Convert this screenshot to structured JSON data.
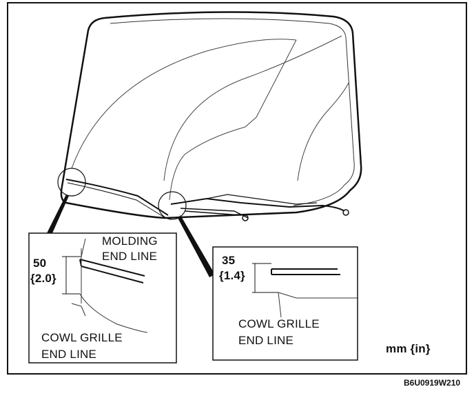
{
  "left_callout": {
    "dimension_value": "50",
    "dimension_unit_value": "{2.0}",
    "molding_label_line1": "MOLDING",
    "molding_label_line2": "END LINE",
    "cowl_label_line1": "COWL GRILLE",
    "cowl_label_line2": "END LINE"
  },
  "right_callout": {
    "dimension_value": "35",
    "dimension_unit_value": "{1.4}",
    "cowl_label_line1": "COWL GRILLE",
    "cowl_label_line2": "END LINE"
  },
  "units_label": "mm {in}",
  "figure_code": "B6U0919W210",
  "colors": {
    "line": "#111111",
    "light_line": "#555555",
    "background": "#ffffff"
  }
}
